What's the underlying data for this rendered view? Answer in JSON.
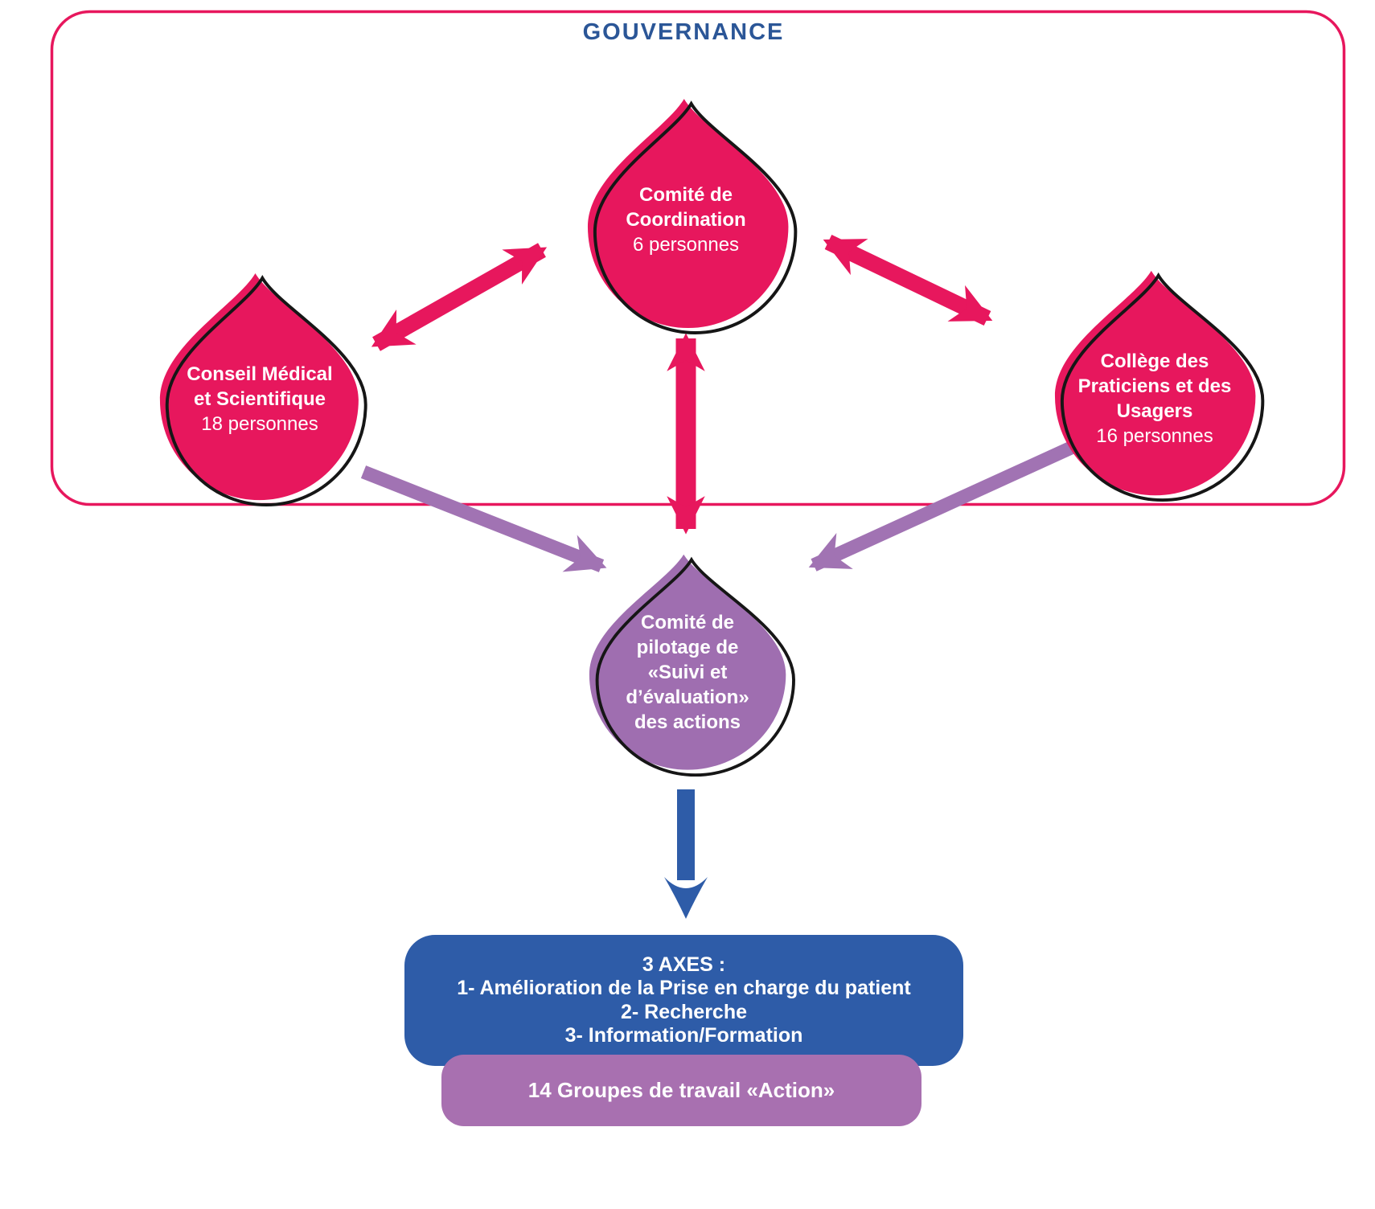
{
  "title": "GOUVERNANCE",
  "colors": {
    "pink": "#E7175D",
    "purple_drop": "#9F6EB0",
    "purple_arrow": "#A173B3",
    "purple_box": "#A870B0",
    "blue": "#2E5CA8",
    "title_blue": "#2B5697"
  },
  "nodes": {
    "coordination": {
      "line1": "Comité de",
      "line2": "Coordination",
      "sub": "6 personnes"
    },
    "conseil": {
      "line1": "Conseil Médical",
      "line2": "et Scientifique",
      "sub": "18 personnes"
    },
    "college": {
      "line1": "Collège des",
      "line2": "Praticiens et des",
      "line3": "Usagers",
      "sub": "16 personnes"
    },
    "pilotage": {
      "line1": "Comité de",
      "line2": "pilotage de",
      "line3": "«Suivi et",
      "line4": "d’évaluation»",
      "line5": "des actions"
    }
  },
  "axes_box": {
    "line1": "3 AXES :",
    "line2": "1- Amélioration de la Prise en charge du patient",
    "line3": "2- Recherche",
    "line4": "3- Information/Formation"
  },
  "groups_box": {
    "label": "14 Groupes de travail «Action»"
  }
}
